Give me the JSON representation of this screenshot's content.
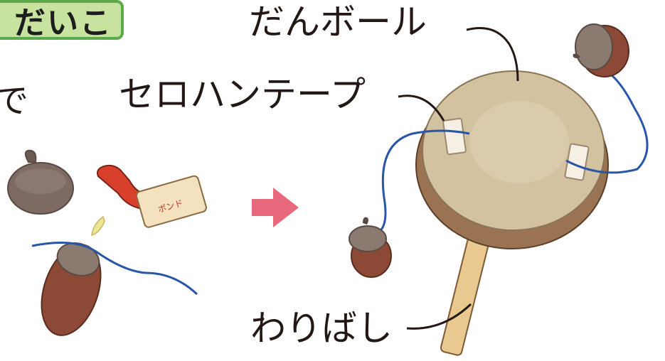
{
  "title_fragment": "だいこ",
  "text_fragment": "で",
  "labels": {
    "cardboard": "だんボール",
    "tape": "セロハンテープ",
    "chopsticks": "わりばし"
  },
  "glue_bottle_text": "ボンド",
  "colors": {
    "badge_fill": "#c7e39f",
    "badge_border": "#5caa4a",
    "arrow": "#e8697b",
    "string": "#2a56a8",
    "drum": "#d2c2a0",
    "acorn": "#8c4a36",
    "acorn_cap": "#7d6a62"
  },
  "icons": [
    "acorn-icon",
    "glue-bottle-icon",
    "arrow-right-icon",
    "drum-icon",
    "chopstick-icon"
  ]
}
